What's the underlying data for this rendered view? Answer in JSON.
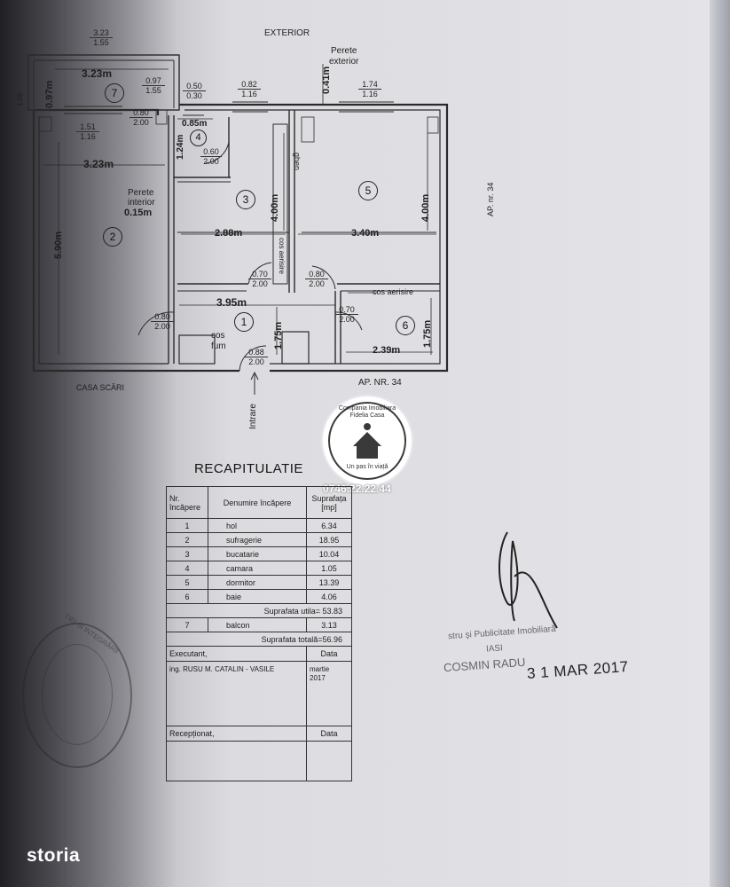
{
  "plan": {
    "exterior": "EXTERIOR",
    "perete_exterior_1": "Perete",
    "perete_exterior_2": "exterior",
    "perete_interior_1": "Perete",
    "perete_interior_2": "interior",
    "perete_interior_val": "0.15m",
    "casa_scarii": "CASA SCĂRI",
    "ap_nr_bottom": "AP. NR. 34",
    "ap_nr_side": "AP. nr. 34",
    "intrare": "Intrare",
    "cos_fum_1": "cos",
    "cos_fum_2": "fum",
    "cos_aerisire": "cos aerisire",
    "cos_aerisire_v": "cos aerisire",
    "ghen": "ghen",
    "dims": {
      "top_3_23": "3.23",
      "top_1_55": "1.55",
      "balc_3_23": "3.23m",
      "balc_0_97v": "0.97m",
      "win_097_a": "0.97",
      "win_097_b": "1.55",
      "w_050_a": "0.50",
      "w_050_b": "0.30",
      "w_082_a": "0.82",
      "w_082_b": "1.16",
      "ext_041": "0.41m",
      "w_174_a": "1.74",
      "w_174_b": "1.16",
      "d_080_a": "0.80",
      "d_080_b": "2.00",
      "w_151_a": "1.51",
      "w_151_b": "1.16",
      "r2_323": "3.23m",
      "r2_590": "5.90m",
      "r4_085": "0.85m",
      "r4_124": "1.24m",
      "r4_060_a": "0.60",
      "r4_060_b": "2.00",
      "r3_400": "4.00m",
      "r3_288": "2.88m",
      "r5_400": "4.00m",
      "r5_340": "3.40m",
      "d_070_a": "0.70",
      "d_070_b": "2.00",
      "d_080b_a": "0.80",
      "d_080b_b": "2.00",
      "h_395": "3.95m",
      "d_080c_a": "0.80",
      "d_080c_b": "2.00",
      "h_175": "1.75m",
      "d_070c_a": "0.70",
      "d_070c_b": "2.00",
      "r6_175": "1.75m",
      "r6_239": "2.39m",
      "d_088_a": "0.88",
      "d_088_b": "2.00",
      "left_edge": "1.55"
    },
    "rooms": [
      "1",
      "2",
      "3",
      "4",
      "5",
      "6",
      "7"
    ]
  },
  "stamp": {
    "company": "Compania Imobiliara Fidelia Casa",
    "motto": "Un pas în viață",
    "phone": "0746.22.22.44"
  },
  "recap": {
    "title": "RECAPITULATIE",
    "headers": [
      "Nr. încăpere",
      "Denumire încăpere",
      "Suprafața [mp]"
    ],
    "rows": [
      {
        "nr": "1",
        "name": "hol",
        "area": "6.34"
      },
      {
        "nr": "2",
        "name": "sufragerie",
        "area": "18.95"
      },
      {
        "nr": "3",
        "name": "bucatarie",
        "area": "10.04"
      },
      {
        "nr": "4",
        "name": "camara",
        "area": "1.05"
      },
      {
        "nr": "5",
        "name": "dormitor",
        "area": "13.39"
      },
      {
        "nr": "6",
        "name": "baie",
        "area": "4.06"
      }
    ],
    "utila": "Suprafata utila= 53.83",
    "balcon": {
      "nr": "7",
      "name": "balcon",
      "area": "3.13"
    },
    "totala": "Suprafata totală=56.96",
    "executant": "Executant,",
    "data": "Data",
    "executant_name": "ing. RUSU M. CATALIN - VASILE",
    "executant_date_1": "martie",
    "executant_date_2": "2017",
    "receptionat": "Recepționat,",
    "data2": "Data"
  },
  "right_stamp": {
    "line1": "stru și Publicitate Imobiliară",
    "line2": "IASI",
    "line3": "COSMIN RADU",
    "date": "3 1 MAR 2017"
  },
  "left_stamp": {
    "text": "TIEI ȘI INTEGRĂRII"
  },
  "watermark": "storia"
}
